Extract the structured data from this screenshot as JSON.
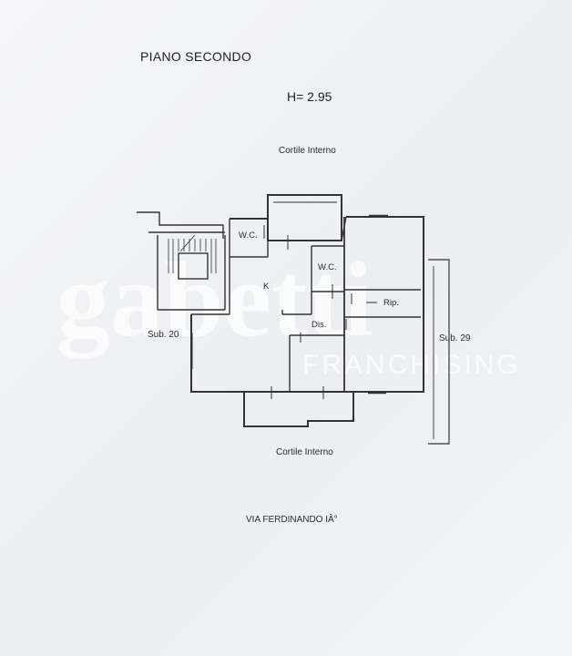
{
  "document": {
    "title": "PIANO SECONDO",
    "height_label": "H= 2.95",
    "courtyard_top": "Cortile Interno",
    "courtyard_bottom": "Cortile Interno",
    "address": "VIA FERDINANDO IÂ°"
  },
  "units": {
    "left": "Sub. 20",
    "right": "Sub. 29"
  },
  "rooms": {
    "wc_1": "W.C.",
    "wc_2": "W.C.",
    "kitchen": "K",
    "storage": "Rip.",
    "hallway": "Dis."
  },
  "watermark": {
    "brand": "gabetti",
    "tagline": "FRANCHISING"
  }
}
